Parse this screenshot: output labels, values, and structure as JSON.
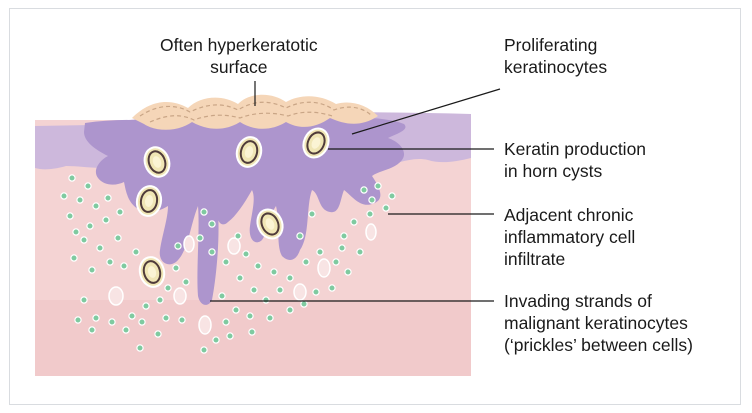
{
  "colors": {
    "dermis": "#f4d3d3",
    "dermis_dark": "#efc4c6",
    "epidermis": "#cdb8dc",
    "tumour": "#ad95cd",
    "keratin_layer": "#f5d6b8",
    "keratin_dash": "#c9a586",
    "cell_dot": "#7fcaa0",
    "cyst_fill": "#f0e6b5",
    "cyst_ring": "#4f3b3a",
    "leader_line": "#1a1a1a"
  },
  "labels": {
    "surface": [
      "Often hyperkeratotic",
      "surface"
    ],
    "proliferating": [
      "Proliferating",
      "keratinocytes"
    ],
    "keratin": [
      "Keratin production",
      "in horn cysts"
    ],
    "inflammatory": [
      "Adjacent chronic",
      "inflammatory cell",
      "infiltrate"
    ],
    "invading": [
      "Invading strands of",
      "malignant keratinocytes",
      "(‘prickles’ between cells)"
    ]
  }
}
